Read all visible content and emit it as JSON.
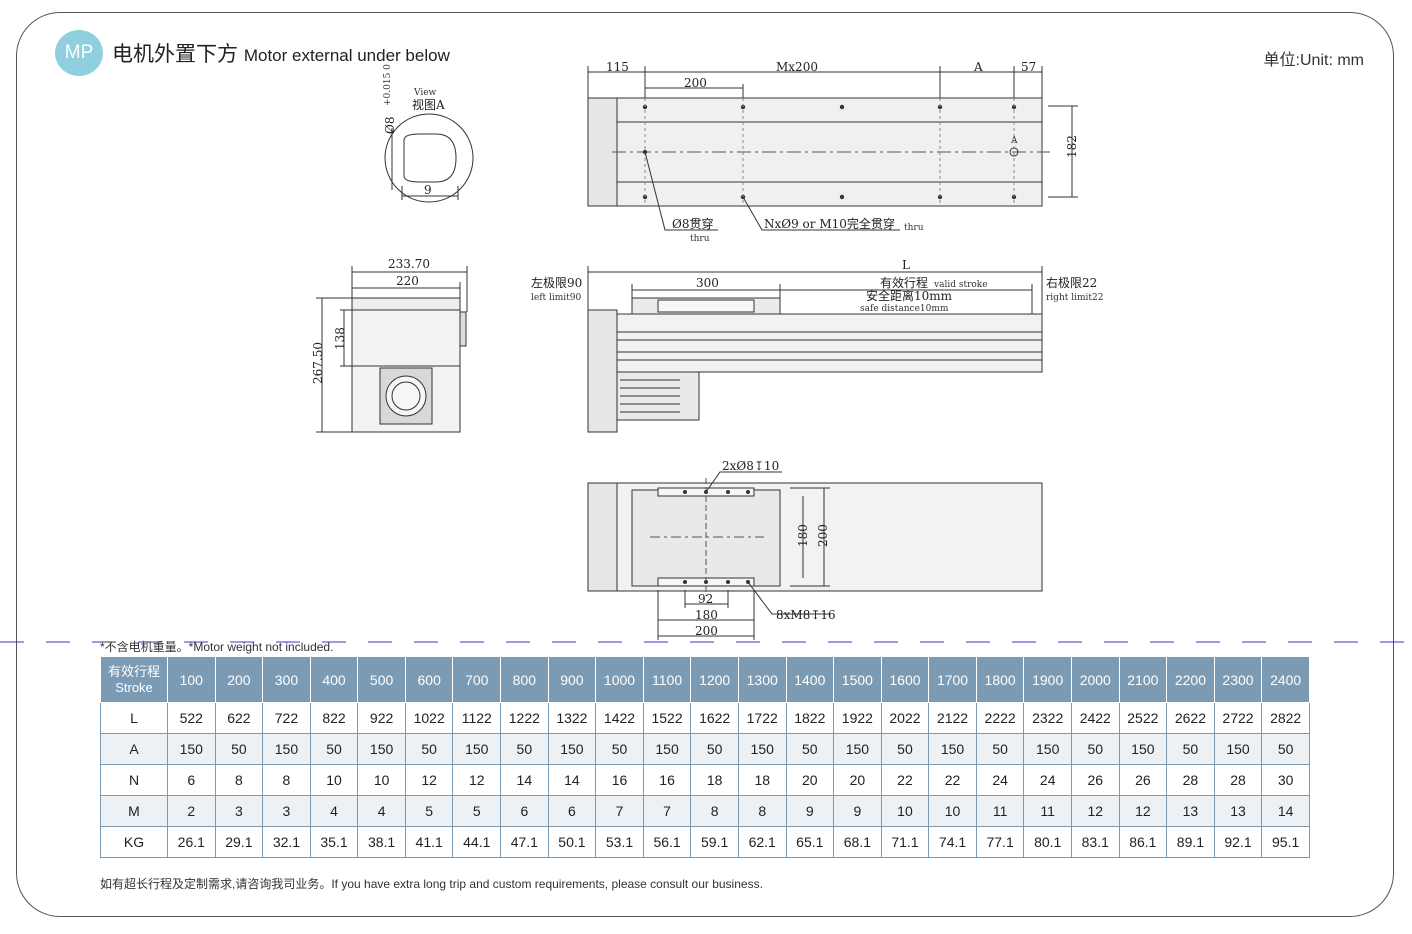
{
  "header": {
    "badge": "MP",
    "title_cn": "电机外置下方",
    "title_en": "Motor external under below",
    "unit": "单位:Unit: mm"
  },
  "drawing": {
    "top_view": {
      "d115": "115",
      "d200": "200",
      "mx200": "Mx200",
      "a": "A",
      "d57": "57",
      "h182": "182",
      "hole_label": "Ø8贯穿",
      "hole_thru": "thru",
      "n_label": "NxØ9 or M10完全贯穿",
      "n_thru": "thru",
      "view_marker": "A"
    },
    "view_a": {
      "view": "View",
      "cn": "视图A",
      "phi8": "Ø8",
      "tol": "+0.015 0",
      "nine": "9"
    },
    "side_view": {
      "L": "L",
      "left_limit": "左极限90",
      "left_limit_en": "left limit90",
      "d300": "300",
      "stroke_cn": "有效行程",
      "stroke_en": "valid stroke",
      "safe_cn": "安全距离10mm",
      "safe_en": "safe distance10mm",
      "right_limit": "右极限22",
      "right_limit_en": "right limit22"
    },
    "end_view": {
      "w233": "233.70",
      "w220": "220",
      "h138": "138",
      "h267": "267.50"
    },
    "bottom_view": {
      "holes": "2xØ8↧10",
      "d92": "92",
      "d180": "180",
      "d200": "200",
      "v180": "180",
      "v200": "200",
      "m8": "8xM8↧16"
    }
  },
  "note": "*不含电机重量。*Motor weight not included.",
  "table": {
    "header_cn": "有效行程",
    "header_en": "Stroke",
    "strokes": [
      "100",
      "200",
      "300",
      "400",
      "500",
      "600",
      "700",
      "800",
      "900",
      "1000",
      "1100",
      "1200",
      "1300",
      "1400",
      "1500",
      "1600",
      "1700",
      "1800",
      "1900",
      "2000",
      "2100",
      "2200",
      "2300",
      "2400"
    ],
    "rows": [
      {
        "label": "L",
        "values": [
          "522",
          "622",
          "722",
          "822",
          "922",
          "1022",
          "1122",
          "1222",
          "1322",
          "1422",
          "1522",
          "1622",
          "1722",
          "1822",
          "1922",
          "2022",
          "2122",
          "2222",
          "2322",
          "2422",
          "2522",
          "2622",
          "2722",
          "2822"
        ]
      },
      {
        "label": "A",
        "values": [
          "150",
          "50",
          "150",
          "50",
          "150",
          "50",
          "150",
          "50",
          "150",
          "50",
          "150",
          "50",
          "150",
          "50",
          "150",
          "50",
          "150",
          "50",
          "150",
          "50",
          "150",
          "50",
          "150",
          "50"
        ]
      },
      {
        "label": "N",
        "values": [
          "6",
          "8",
          "8",
          "10",
          "10",
          "12",
          "12",
          "14",
          "14",
          "16",
          "16",
          "18",
          "18",
          "20",
          "20",
          "22",
          "22",
          "24",
          "24",
          "26",
          "26",
          "28",
          "28",
          "30"
        ]
      },
      {
        "label": "M",
        "values": [
          "2",
          "3",
          "3",
          "4",
          "4",
          "5",
          "5",
          "6",
          "6",
          "7",
          "7",
          "8",
          "8",
          "9",
          "9",
          "10",
          "10",
          "11",
          "11",
          "12",
          "12",
          "13",
          "13",
          "14"
        ]
      },
      {
        "label": "KG",
        "values": [
          "26.1",
          "29.1",
          "32.1",
          "35.1",
          "38.1",
          "41.1",
          "44.1",
          "47.1",
          "50.1",
          "53.1",
          "56.1",
          "59.1",
          "62.1",
          "65.1",
          "68.1",
          "71.1",
          "74.1",
          "77.1",
          "80.1",
          "83.1",
          "86.1",
          "89.1",
          "92.1",
          "95.1"
        ]
      }
    ]
  },
  "footer": "如有超长行程及定制需求,请咨询我司业务。If you have extra long trip and custom requirements, please consult our business.",
  "colors": {
    "badge": "#8fcfe0",
    "table_header": "#7b9ab3",
    "dash_line": "#3a3ac8"
  }
}
